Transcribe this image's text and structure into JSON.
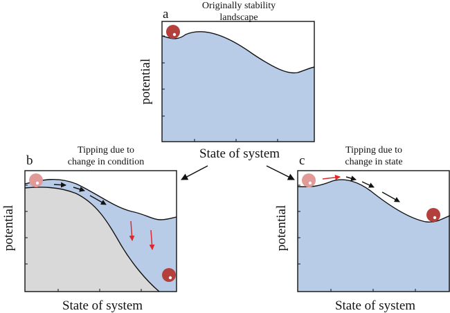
{
  "colors": {
    "blue_fill": "#b8cce8",
    "gray_fill": "#d9d9d9",
    "outline": "#111111",
    "ball_dark": "#b3403c",
    "ball_light": "#e29a98",
    "letter_red": "#e0272b",
    "arrow_red": "#e0272b",
    "arrow_black": "#111111"
  },
  "panel_a": {
    "letter": "a",
    "title_line1": "Originally stability",
    "title_line2": "landscape",
    "ylabel": "potential",
    "xlabel": "State of system"
  },
  "panel_b": {
    "letter": "b",
    "title_line1": "Tipping due to",
    "title_line2": "change in condition",
    "ylabel": "potential",
    "xlabel": "State of system"
  },
  "panel_c": {
    "letter": "c",
    "title_line1": "Tipping due to",
    "title_line2": "change in state",
    "ylabel": "potential",
    "xlabel": "State of system"
  }
}
